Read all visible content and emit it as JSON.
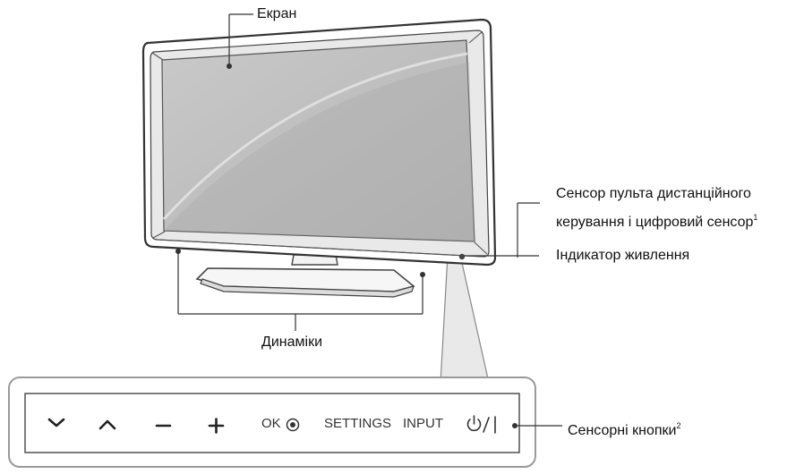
{
  "labels": {
    "screen": "Екран",
    "remote_sensor_line1": "Сенсор пульта дистанційного",
    "remote_sensor_line2": "керування і цифровий сенсор",
    "remote_sensor_sup": "1",
    "power_indicator": "Індикатор живлення",
    "speakers": "Динаміки",
    "touch_buttons": "Сенсорні кнопки",
    "touch_buttons_sup": "2"
  },
  "buttons": {
    "down": "⌄",
    "up": "⌃",
    "minus": "–",
    "plus": "+",
    "ok": "OK",
    "settings": "SETTINGS",
    "input": "INPUT",
    "power": "⏻ / I"
  },
  "icons": {
    "down": "chevron-down-icon",
    "up": "chevron-up-icon",
    "ok": "radio-circle-icon",
    "power": "power-icon"
  },
  "colors": {
    "line": "#444444",
    "screen_gray": "#bdbdbd",
    "panel_border": "#9a9a9a",
    "panel_fill": "#ffffff",
    "callout_fill": "#e6e6e6"
  }
}
